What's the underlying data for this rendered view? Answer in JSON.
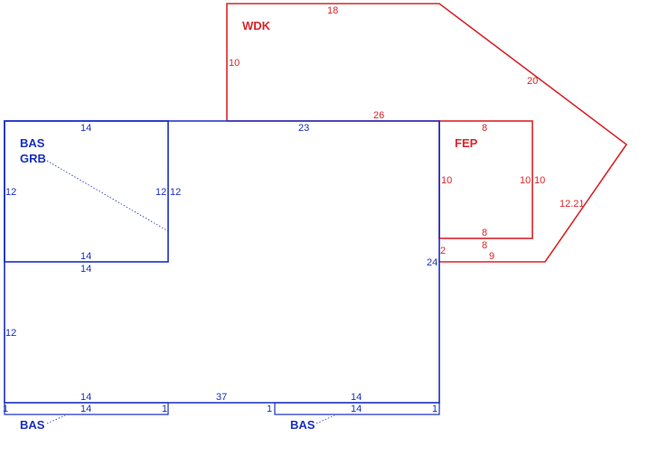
{
  "colors": {
    "living": "#1a2fbf",
    "exterior": "#d9262b"
  },
  "areas": {
    "wdk": {
      "code": "WDK"
    },
    "fep": {
      "code": "FEP"
    },
    "bas_main": {
      "code": "BAS"
    },
    "gar_overlay": {
      "code": "GRB"
    },
    "bas_bottom_left": {
      "code": "BAS"
    },
    "bas_bottom_right": {
      "code": "BAS"
    }
  },
  "dimensions": {
    "wdk_top": "18",
    "wdk_left": "10",
    "wdk_diag_upper": "20",
    "wdk_bottom": "26",
    "wdk_diag_lower": "12.21",
    "wdk_right_bottom": "9",
    "fep_top": "8",
    "fep_left": "10",
    "fep_right_inner": "10",
    "fep_right_outer": "10",
    "fep_bottom": "8",
    "fep_bottom2": "8",
    "fep_step": "2",
    "house_top": "23",
    "house_right": "24",
    "house_bottom": "37",
    "house_left_lower": "12",
    "bas_top": "14",
    "bas_left": "12",
    "bas_right_inner": "12",
    "bas_right_outer": "12",
    "bas_bottom": "14",
    "bas_bottom_below": "14",
    "bottom_left_top": "14",
    "bottom_left_bottom": "14",
    "bottom_left_side": "1",
    "bottom_left_side2": "1",
    "bottom_right_top": "14",
    "bottom_right_bottom": "14",
    "bottom_right_side": "1",
    "bottom_right_side2": "1"
  }
}
